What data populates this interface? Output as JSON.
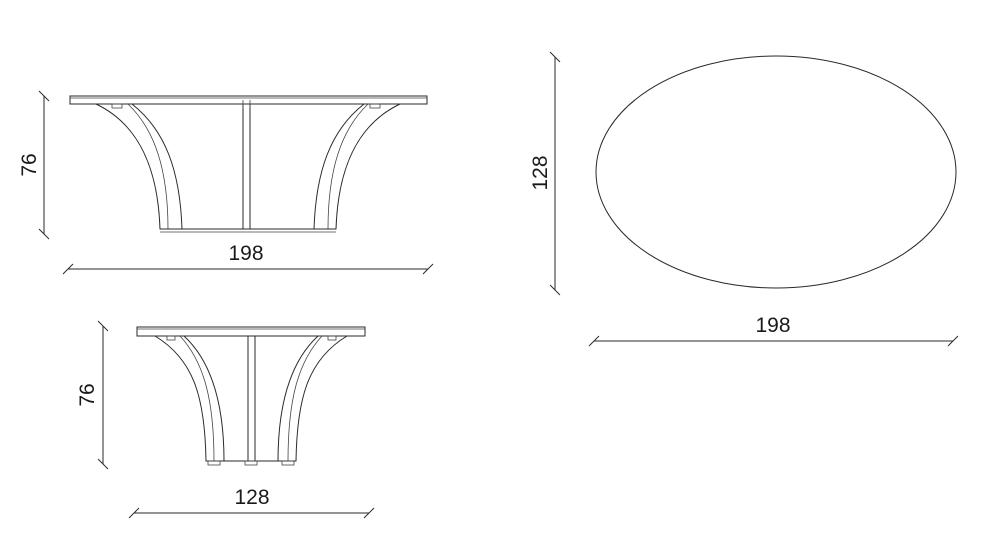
{
  "views": {
    "front": {
      "height_label": "76",
      "width_label": "198"
    },
    "side": {
      "height_label": "76",
      "width_label": "128"
    },
    "top": {
      "height_label": "128",
      "width_label": "198"
    }
  }
}
